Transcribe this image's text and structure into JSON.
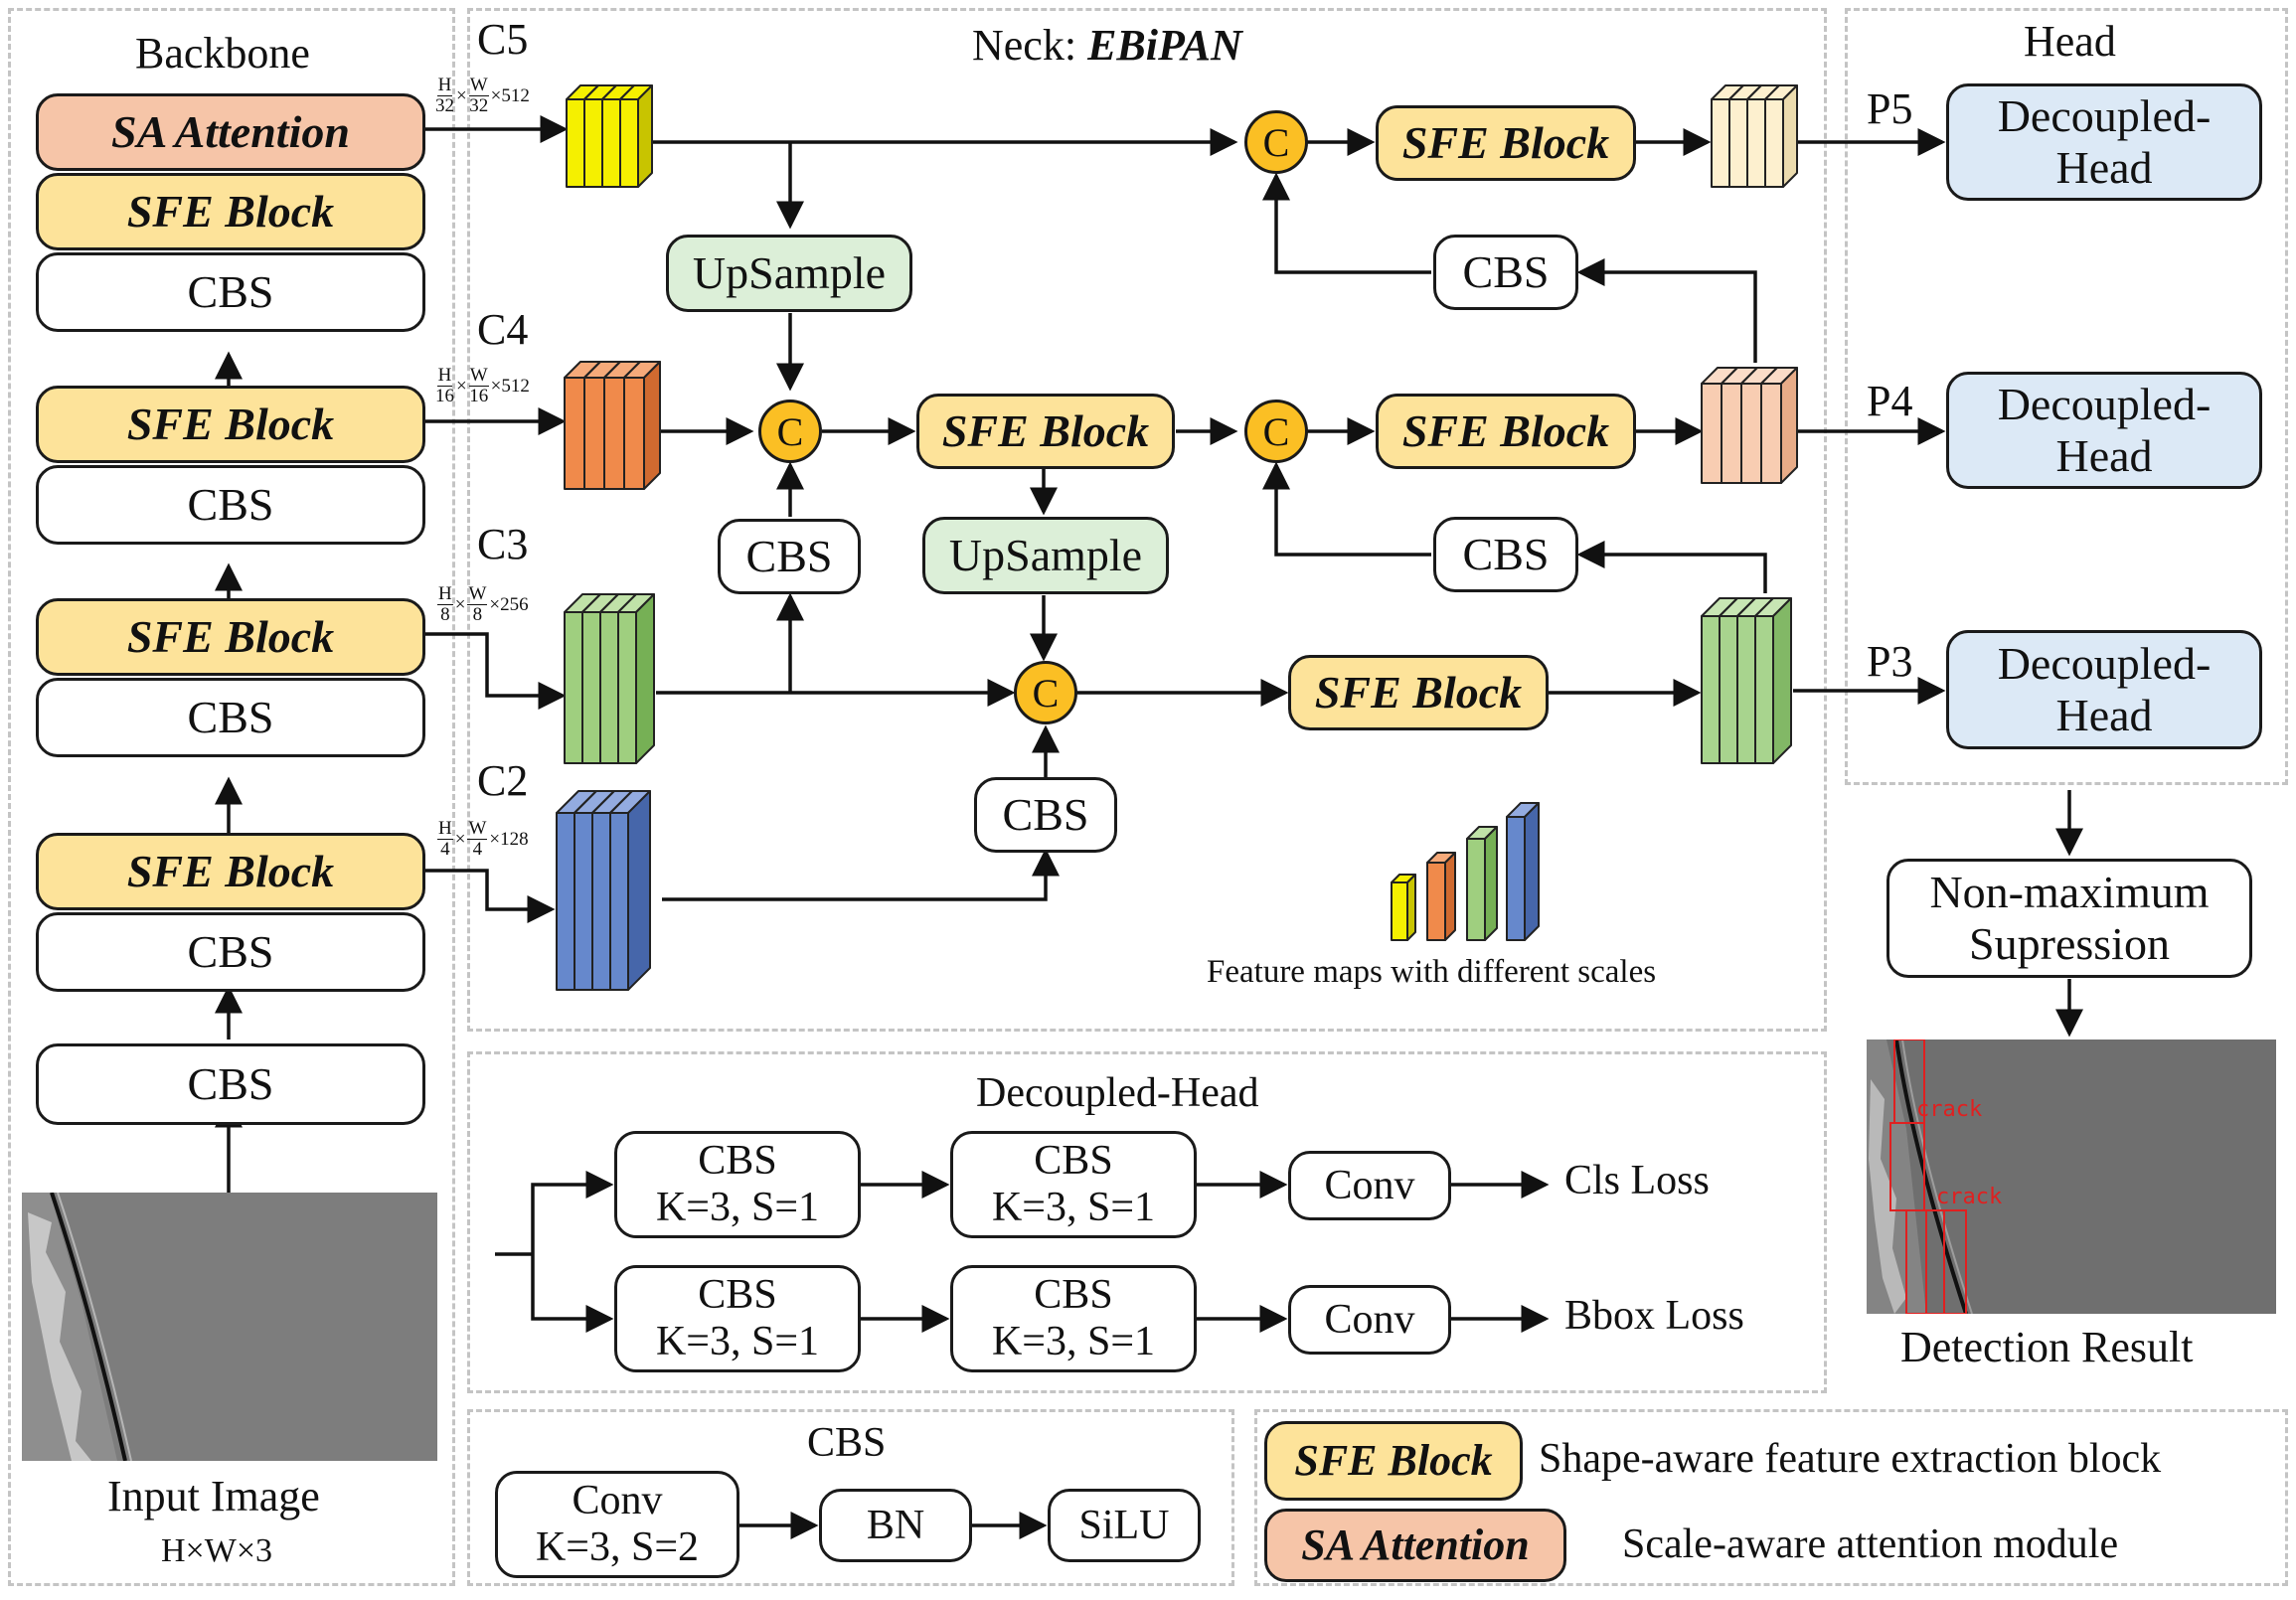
{
  "backbone": {
    "title": "Backbone",
    "sa_attention": "SA Attention",
    "sfe_block": "SFE Block",
    "cbs": "CBS",
    "input_image_label": "Input Image",
    "input_image_dims": "H×W×3"
  },
  "neck": {
    "title_prefix": "Neck: ",
    "title_name": "EBiPAN",
    "levels": {
      "c5": {
        "label": "C5",
        "h": "H",
        "hden": "32",
        "w": "W",
        "wden": "32",
        "ch": "×512"
      },
      "c4": {
        "label": "C4",
        "h": "H",
        "hden": "16",
        "w": "W",
        "wden": "16",
        "ch": "×512"
      },
      "c3": {
        "label": "C3",
        "h": "H",
        "hden": "8",
        "w": "W",
        "wden": "8",
        "ch": "×256"
      },
      "c2": {
        "label": "C2",
        "h": "H",
        "hden": "4",
        "w": "W",
        "wden": "4",
        "ch": "×128"
      }
    },
    "times": "×",
    "upsample": "UpSample",
    "concat": "C",
    "sfe_block": "SFE Block",
    "cbs": "CBS",
    "feature_maps_caption": "Feature maps with different scales"
  },
  "head": {
    "title": "Head",
    "p5": "P5",
    "p4": "P4",
    "p3": "P3",
    "decoupled_head_line1": "Decoupled-",
    "decoupled_head_line2": "Head",
    "nms_line1": "Non-maximum",
    "nms_line2": "Supression",
    "detection_result": "Detection Result",
    "det_label": "crack"
  },
  "decoupled_detail": {
    "title": "Decoupled-Head",
    "cbs": "CBS",
    "cbs_params": "K=3,  S=1",
    "conv": "Conv",
    "cls_loss": "Cls Loss",
    "bbox_loss": "Bbox Loss"
  },
  "cbs_detail": {
    "title": "CBS",
    "conv": "Conv",
    "conv_params": "K=3,   S=2",
    "bn": "BN",
    "silu": "SiLU"
  },
  "legend": {
    "sfe_name": "SFE Block",
    "sfe_desc": "Shape-aware feature extraction block",
    "sa_name": "SA Attention",
    "sa_desc": "Scale-aware attention module"
  },
  "colors": {
    "sfe": "#fde39a",
    "sa": "#f6c5a8",
    "upsample": "#dcefd8",
    "decoupled": "#dce9f6",
    "concat": "#fbbf24",
    "c5_map": "#f5f000",
    "c4_map": "#f08a4b",
    "c3_map": "#9fcf7f",
    "c2_map": "#6688cc",
    "p5_map": "#fdf0cf",
    "p4_map": "#f8cdb2",
    "p3_map": "#a8d48e",
    "detection_box": "#e02020"
  }
}
